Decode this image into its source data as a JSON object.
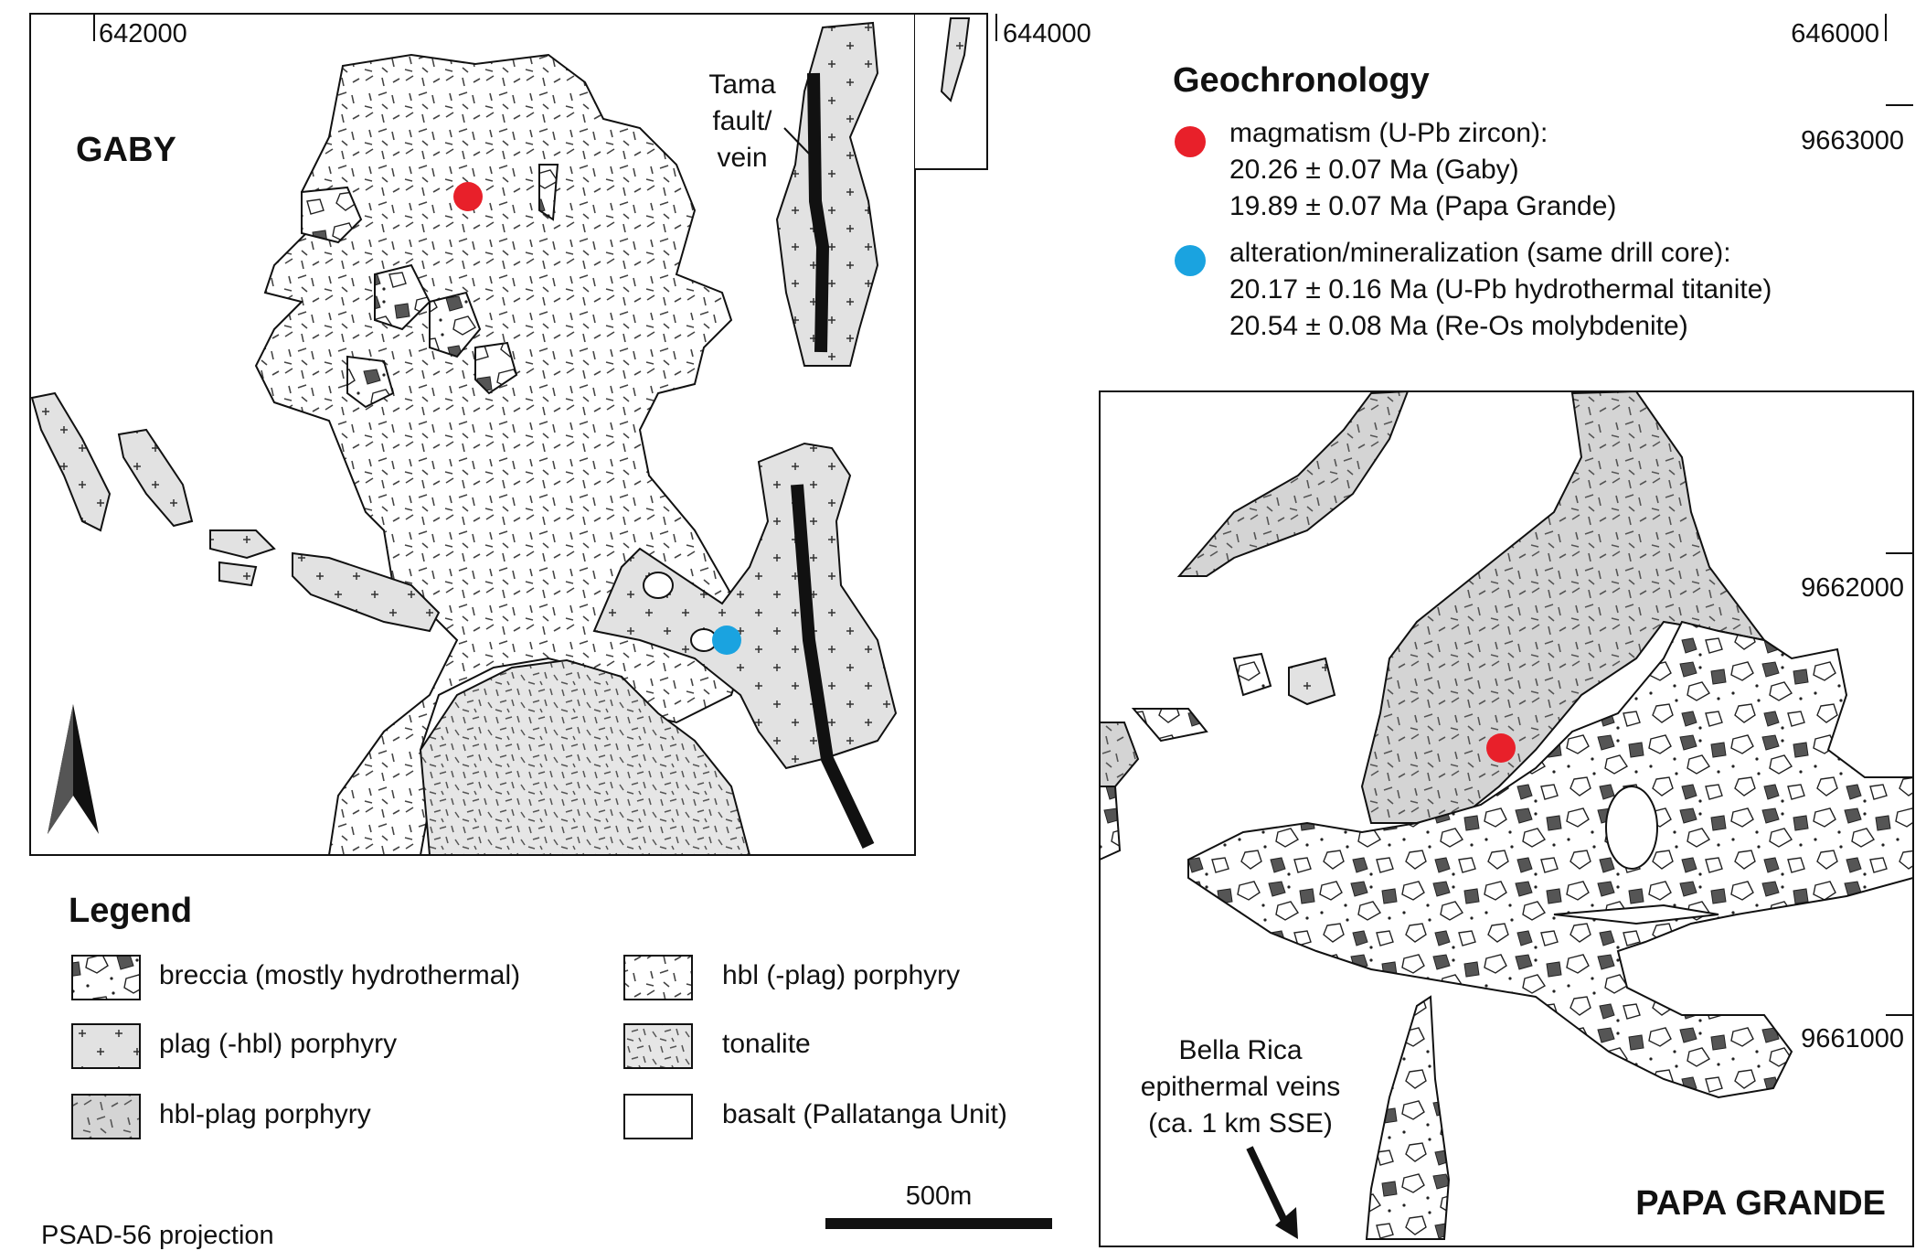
{
  "coords": {
    "x_642000": "642000",
    "x_644000": "644000",
    "x_646000": "646000",
    "y_9663000": "9663000",
    "y_9662000": "9662000",
    "y_9661000": "9661000"
  },
  "gaby": {
    "title": "GABY",
    "fault_label": [
      "Tama",
      "fault/",
      "vein"
    ]
  },
  "papa": {
    "title": "PAPA GRANDE",
    "bella_label": [
      "Bella Rica",
      "epithermal veins",
      "(ca. 1 km SSE)"
    ]
  },
  "geochronology": {
    "title": "Geochronology",
    "groups": [
      {
        "color": "#e8202a",
        "lines": [
          "magmatism (U-Pb zircon):",
          "20.26 ± 0.07 Ma (Gaby)",
          "19.89 ± 0.07 Ma (Papa Grande)"
        ]
      },
      {
        "color": "#1aa3e0",
        "lines": [
          "alteration/mineralization (same drill core):",
          "20.17 ± 0.16 Ma (U-Pb hydrothermal titanite)",
          "20.54 ± 0.08 Ma (Re-Os molybdenite)"
        ]
      }
    ]
  },
  "legend": {
    "title": "Legend",
    "items": [
      {
        "pattern": "breccia",
        "label": "breccia (mostly hydrothermal)"
      },
      {
        "pattern": "plag",
        "label": "plag (-hbl) porphyry"
      },
      {
        "pattern": "hblplag",
        "label": "hbl-plag porphyry"
      },
      {
        "pattern": "hbl",
        "label": "hbl (-plag) porphyry"
      },
      {
        "pattern": "tonalite",
        "label": "tonalite"
      },
      {
        "pattern": "basalt",
        "label": "basalt (Pallatanga Unit)"
      }
    ]
  },
  "scale_bar": {
    "label": "500m"
  },
  "projection": "PSAD-56 projection"
}
